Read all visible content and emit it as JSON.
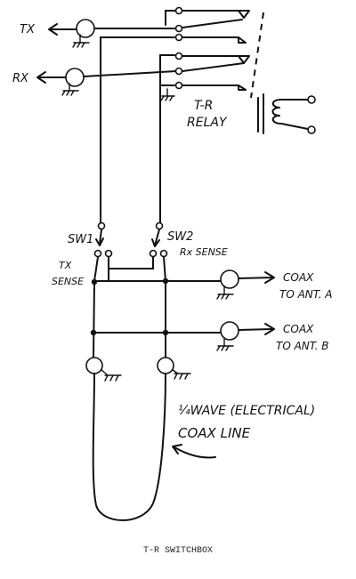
{
  "diagram": {
    "labels": {
      "tx": "TX",
      "rx": "RX",
      "relay_line1": "T-R",
      "relay_line2": "RELAY",
      "sw1": "SW1",
      "sw2": "SW2",
      "rx_sense": "Rx SENSE",
      "tx_sense_line1": "TX",
      "tx_sense_line2": "SENSE",
      "coax_a_line1": "COAX",
      "coax_a_line2": "TO ANT. A",
      "coax_b_line1": "COAX",
      "coax_b_line2": "TO ANT. B",
      "quarter_wave_line1": "¼WAVE (ELECTRICAL)",
      "quarter_wave_line2": "COAX LINE"
    },
    "caption": "T-R SWITCHBOX"
  }
}
